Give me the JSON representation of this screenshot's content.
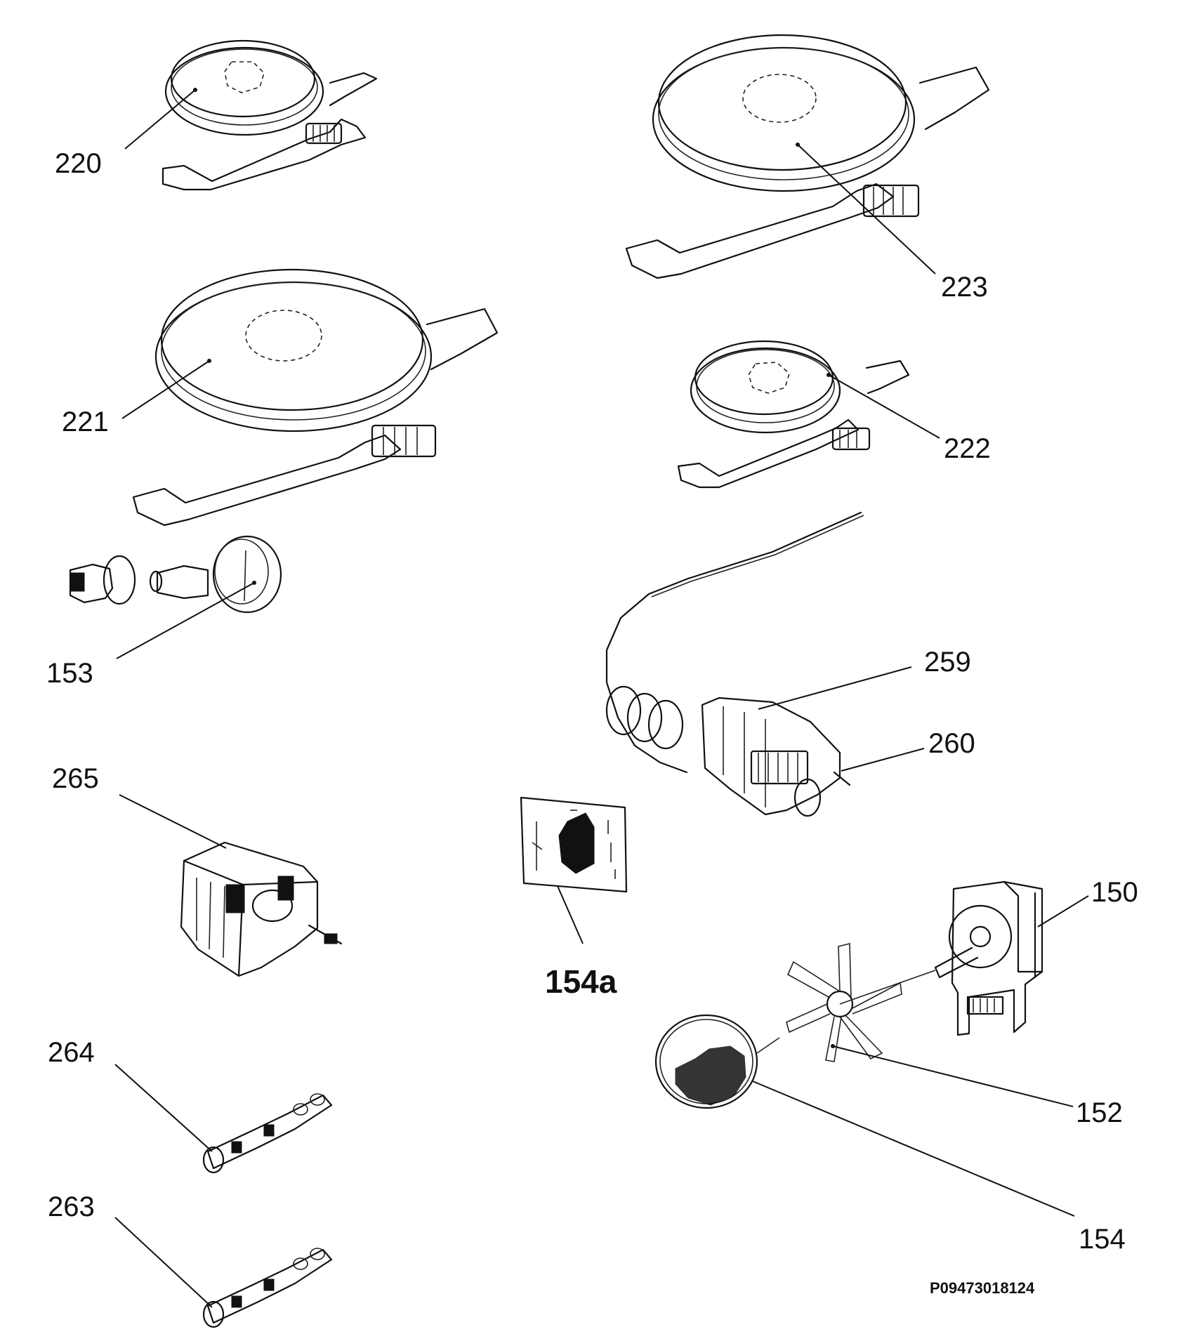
{
  "labels": {
    "p220": "220",
    "p221": "221",
    "p222": "222",
    "p223": "223",
    "p153": "153",
    "p259": "259",
    "p260": "260",
    "p265": "265",
    "p154a": "154a",
    "p150": "150",
    "p152": "152",
    "p154": "154",
    "p264": "264",
    "p263": "263"
  },
  "diagram_code": "P09473018124"
}
